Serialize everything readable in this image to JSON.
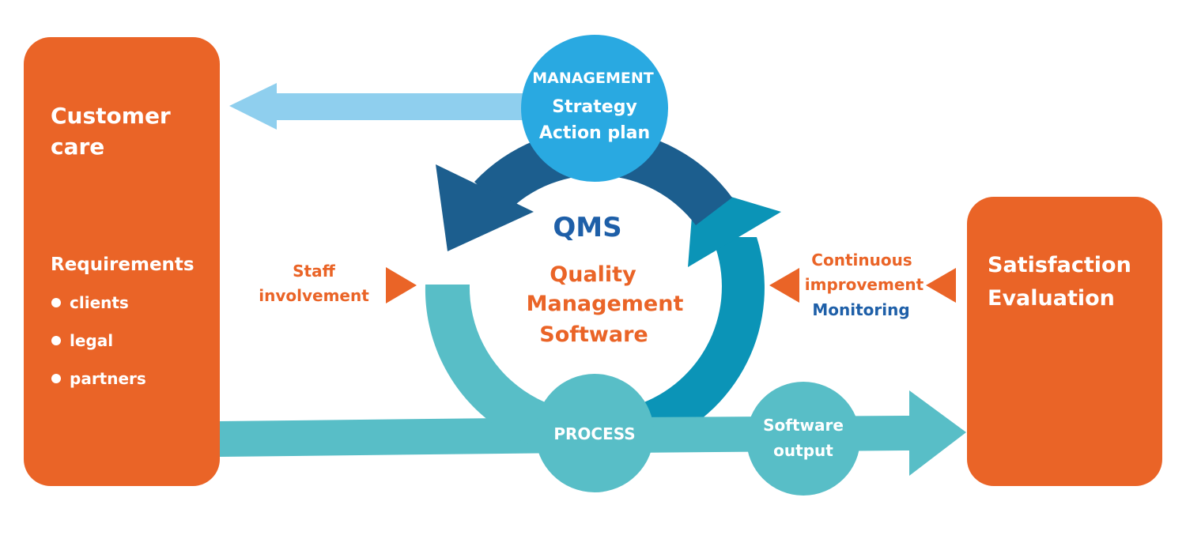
{
  "colors": {
    "orange": "#ea6427",
    "light_blue_arrow": "#8fcfee",
    "management_blue": "#29a9e1",
    "dark_blue": "#1c5e8e",
    "mid_blue": "#0b94b7",
    "teal": "#58bec7",
    "qms_blue": "#1e5fa8",
    "white": "#ffffff"
  },
  "left_box": {
    "title_line1": "Customer",
    "title_line2": "care",
    "requirements": "Requirements",
    "bullets": [
      "clients",
      "legal",
      "partners"
    ]
  },
  "right_box": {
    "line1": "Satisfaction",
    "line2": "Evaluation"
  },
  "management": {
    "label": "MANAGEMENT",
    "line1": "Strategy",
    "line2": "Action plan"
  },
  "center": {
    "abbr": "QMS",
    "line1": "Quality",
    "line2": "Management",
    "line3": "Software"
  },
  "staff": {
    "line1": "Staff",
    "line2": "involvement"
  },
  "continuous": {
    "line1": "Continuous",
    "line2": "improvement",
    "line3": "Monitoring"
  },
  "process": {
    "label": "PROCESS"
  },
  "output": {
    "line1": "Software",
    "line2": "output"
  }
}
